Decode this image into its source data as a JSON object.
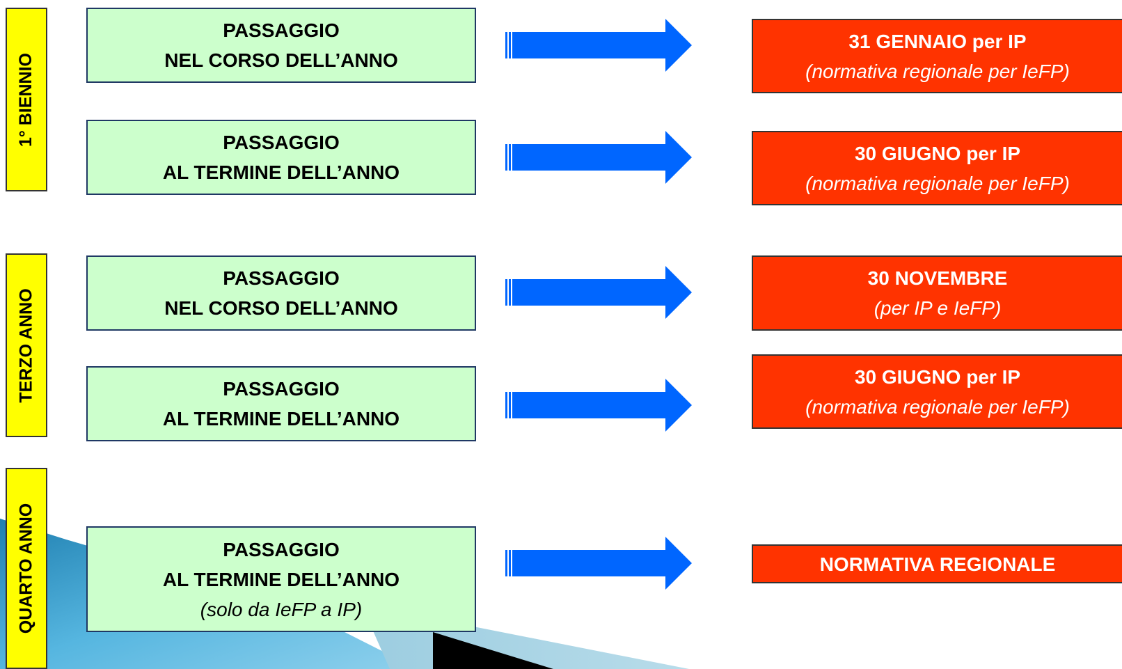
{
  "side_labels": [
    {
      "text": "1° BIENNIO"
    },
    {
      "text": "TERZO ANNO"
    },
    {
      "text": "QUARTO ANNO"
    }
  ],
  "rows": [
    {
      "passage": {
        "line1": "PASSAGGIO",
        "line2": "NEL CORSO DELL’ANNO",
        "note": ""
      },
      "deadline": {
        "title": "31 GENNAIO per IP",
        "note": "(normativa regionale per IeFP)"
      }
    },
    {
      "passage": {
        "line1": "PASSAGGIO",
        "line2": "AL TERMINE DELL’ANNO",
        "note": ""
      },
      "deadline": {
        "title": "30 GIUGNO per IP",
        "note": "(normativa regionale per IeFP)"
      }
    },
    {
      "passage": {
        "line1": "PASSAGGIO",
        "line2": "NEL CORSO DELL’ANNO",
        "note": ""
      },
      "deadline": {
        "title": "30 NOVEMBRE",
        "note": "(per IP e IeFP)"
      }
    },
    {
      "passage": {
        "line1": "PASSAGGIO",
        "line2": "AL TERMINE DELL’ANNO",
        "note": ""
      },
      "deadline": {
        "title": "30 GIUGNO per IP",
        "note": "(normativa regionale per IeFP)"
      }
    },
    {
      "passage": {
        "line1": "PASSAGGIO",
        "line2": "AL TERMINE DELL’ANNO",
        "note": "(solo da IeFP a IP)"
      },
      "deadline": {
        "title": "NORMATIVA REGIONALE",
        "note": ""
      }
    }
  ],
  "colors": {
    "label_fill": "#ffff00",
    "passage_fill": "#ccffcc",
    "deadline_fill": "#ff3300",
    "arrow_fill": "#0066ff"
  },
  "icons": {
    "arrow": "right-arrow-icon"
  }
}
